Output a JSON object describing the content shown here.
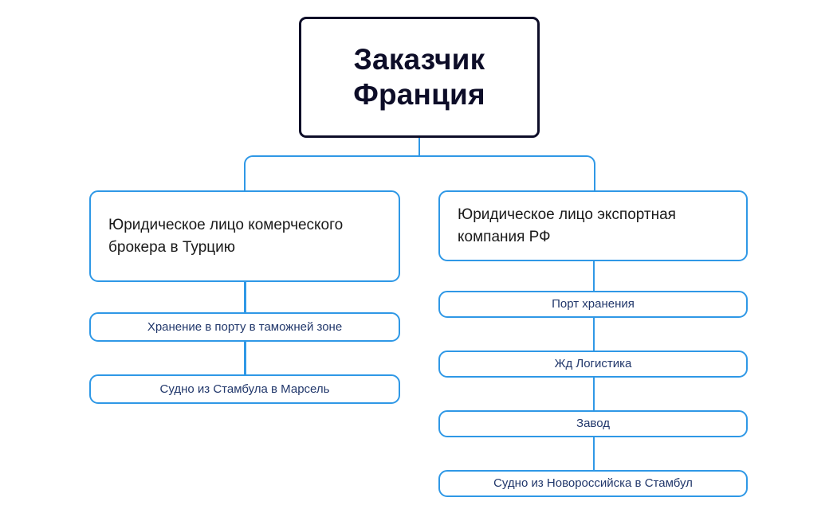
{
  "diagram": {
    "title_node": {
      "id": "root",
      "label": "Заказчик\nФранция"
    },
    "branches": [
      {
        "id": "branch-turkey",
        "entity": {
          "label": "Юридическое лицо комерческого брокера в Турцию"
        },
        "steps": [
          {
            "label": "Хранение в порту в таможней зоне"
          },
          {
            "label": "Судно из Стамбула в Марсель"
          }
        ]
      },
      {
        "id": "branch-russia",
        "entity": {
          "label": "Юридическое лицо экспортная компания РФ"
        },
        "steps": [
          {
            "label": "Порт хранения"
          },
          {
            "label": "Жд Логистика"
          },
          {
            "label": "Завод"
          },
          {
            "label": "Судно из Новороссийска в Стамбул"
          }
        ]
      }
    ],
    "colors": {
      "connector": "#2f98e6",
      "node_border": "#2f98e6",
      "root_border": "#0d0d28",
      "root_text": "#0d0d28",
      "entity_text": "#1a1a1a",
      "step_text": "#21376b",
      "background": "#ffffff"
    }
  }
}
